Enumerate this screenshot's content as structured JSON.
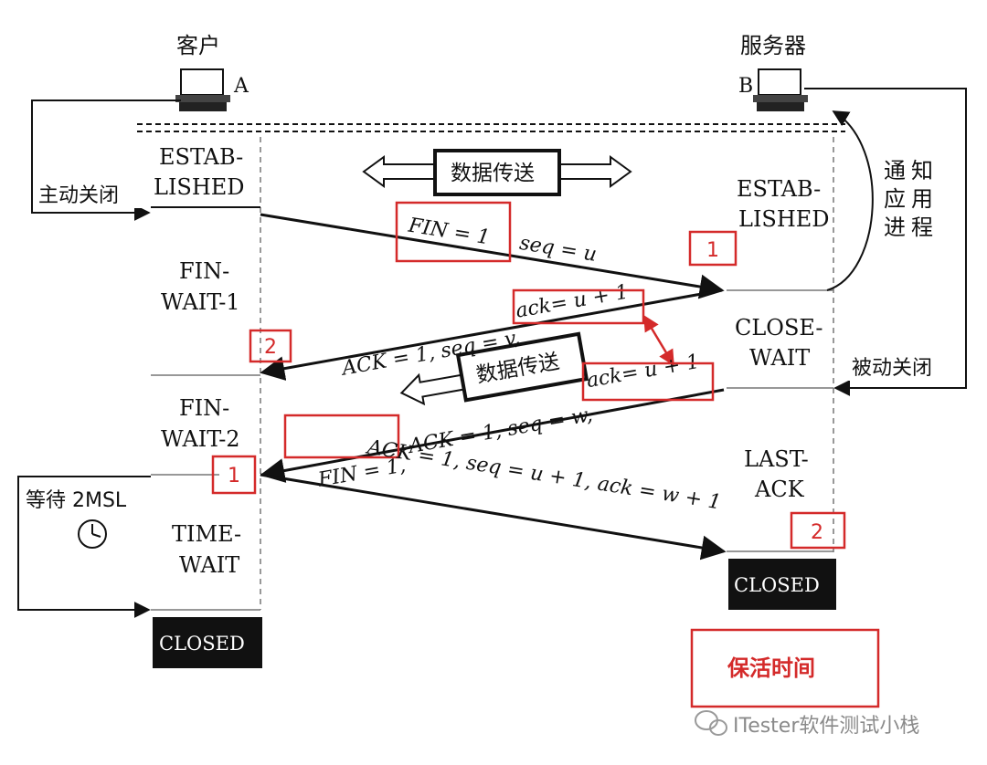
{
  "client": {
    "title": "客户",
    "host_label": "A"
  },
  "server": {
    "title": "服务器",
    "host_label": "B"
  },
  "client_states": {
    "established_1": "ESTAB-",
    "established_2": "LISHED",
    "fin_wait_1_a": "FIN-",
    "fin_wait_1_b": "WAIT-1",
    "fin_wait_2_a": "FIN-",
    "fin_wait_2_b": "WAIT-2",
    "time_wait_a": "TIME-",
    "time_wait_b": "WAIT",
    "closed": "CLOSED"
  },
  "server_states": {
    "established_1": "ESTAB-",
    "established_2": "LISHED",
    "close_wait_a": "CLOSE-",
    "close_wait_b": "WAIT",
    "last_ack_a": "LAST-",
    "last_ack_b": "ACK",
    "closed": "CLOSED"
  },
  "labels": {
    "active_close": "主动关闭",
    "passive_close": "被动关闭",
    "notify_1": "通",
    "notify_2": "知",
    "notify_3": "应",
    "notify_4": "用",
    "notify_5": "进",
    "notify_6": "程",
    "wait_2msl": "等待 2MSL",
    "data_transfer_1": "数据传送",
    "data_transfer_2": "数据传送",
    "keepalive": "保活时间"
  },
  "messages": {
    "m1_fin": "FIN = 1",
    "m1_seq": "seq = u",
    "m2_ack": "ACK = 1, seq = v,",
    "m2_ackno": "ack= u + 1",
    "m3_fin": "FIN = 1,",
    "m3_rest": "ACK = 1, seq = w,",
    "m3_ackno": "ack= u + 1",
    "m4": "ACK = 1, seq = u + 1, ack = w + 1"
  },
  "annotations": {
    "n1a": "1",
    "n2a": "2",
    "n1b": "1",
    "n2b": "2"
  },
  "watermark": "ITester软件测试小栈",
  "colors": {
    "accent_red": "#d42a2a",
    "ink": "#111111"
  }
}
